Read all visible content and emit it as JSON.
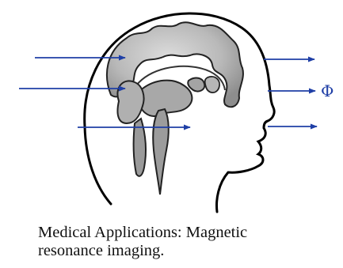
{
  "figure": {
    "arrow_color": "#1f3fa6",
    "brain_fill": "#b9b9b9",
    "brain_stroke": "#222222",
    "head_stroke": "#000000",
    "flux_symbol": "Φ"
  },
  "caption": {
    "line1": "Medical Applications: Magnetic",
    "line2": "resonance imaging."
  }
}
